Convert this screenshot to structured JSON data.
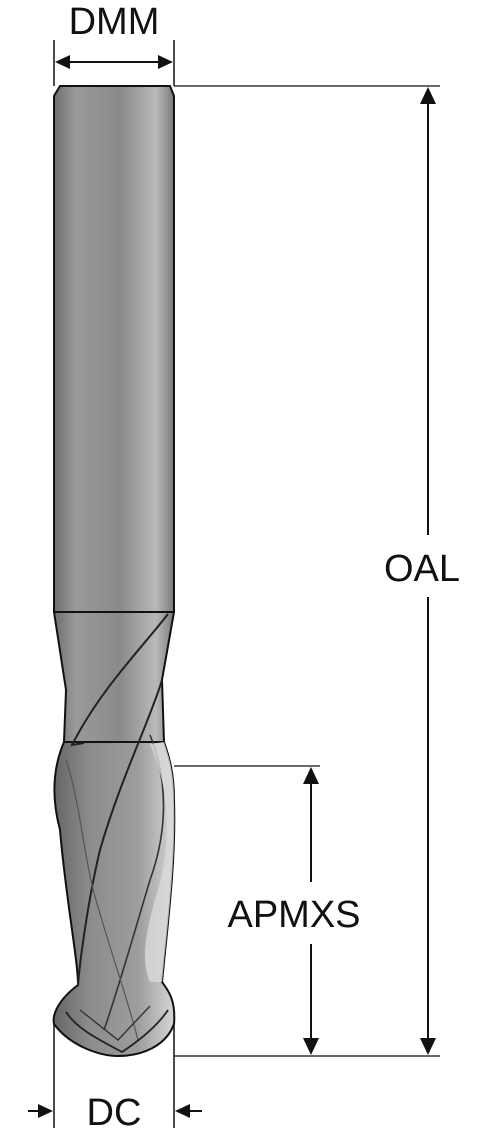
{
  "labels": {
    "dmm": "DMM",
    "oal": "OAL",
    "apmxs": "APMXS",
    "dc": "DC"
  },
  "colors": {
    "line": "#111111",
    "tool_body": "#8a8a8a",
    "tool_dark": "#4a4a4a",
    "tool_light": "#c9c9c9",
    "background": "#ffffff"
  }
}
